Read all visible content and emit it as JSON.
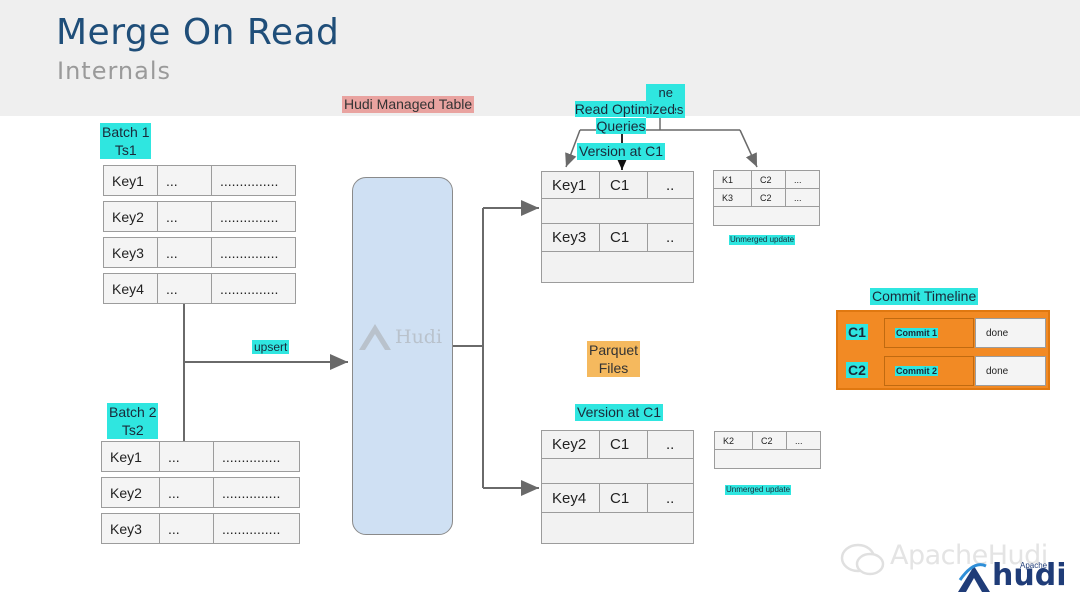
{
  "slide": {
    "title": "Merge On Read",
    "subtitle": "Internals"
  },
  "labels": {
    "hudi_managed_table": "Hudi Managed Table",
    "read_optimized": "Read Optimized\nQueries",
    "read_optimized_hidden": "ne\nueries",
    "batch1": "Batch 1\nTs1",
    "batch2": "Batch 2\nTs2",
    "upsert": "upsert",
    "parquet_files": "Parquet\nFiles",
    "version_c1_top": "Version at C1",
    "version_c1_bottom": "Version at C1",
    "unmerged_update_top": "Unmerged update",
    "unmerged_update_bottom": "Unmerged update",
    "commit_timeline": "Commit Timeline",
    "hudi_logo": "Hudi"
  },
  "batch1_rows": [
    [
      "Key1",
      "...",
      "..............."
    ],
    [
      "Key2",
      "...",
      "..............."
    ],
    [
      "Key3",
      "...",
      "..............."
    ],
    [
      "Key4",
      "...",
      "..............."
    ]
  ],
  "batch2_rows": [
    [
      "Key1",
      "...",
      "..............."
    ],
    [
      "Key2",
      "...",
      "..............."
    ],
    [
      "Key3",
      "...",
      "..............."
    ]
  ],
  "file_top": [
    [
      "Key1",
      "C1",
      ".."
    ],
    [
      "Key3",
      "C1",
      ".."
    ]
  ],
  "file_bottom": [
    [
      "Key2",
      "C1",
      ".."
    ],
    [
      "Key4",
      "C1",
      ".."
    ]
  ],
  "log_top": [
    [
      "K1",
      "C2",
      "..."
    ],
    [
      "K3",
      "C2",
      "..."
    ]
  ],
  "log_bottom": [
    [
      "K2",
      "C2",
      "..."
    ]
  ],
  "timeline": [
    {
      "commit": "C1",
      "name": "Commit 1",
      "status": "done"
    },
    {
      "commit": "C2",
      "name": "Commit 2",
      "status": "done"
    }
  ],
  "watermark": "ApacheHudi",
  "corner_logo": {
    "apache": "Apache",
    "hudi": "hudi"
  },
  "colors": {
    "title": "#1f4e79",
    "highlight": "#2fe6e0",
    "managed_table": "#e9a3a0",
    "parquet": "#f5b95e",
    "timeline": "#f28a24",
    "hudi_box": "#cfe0f3"
  }
}
